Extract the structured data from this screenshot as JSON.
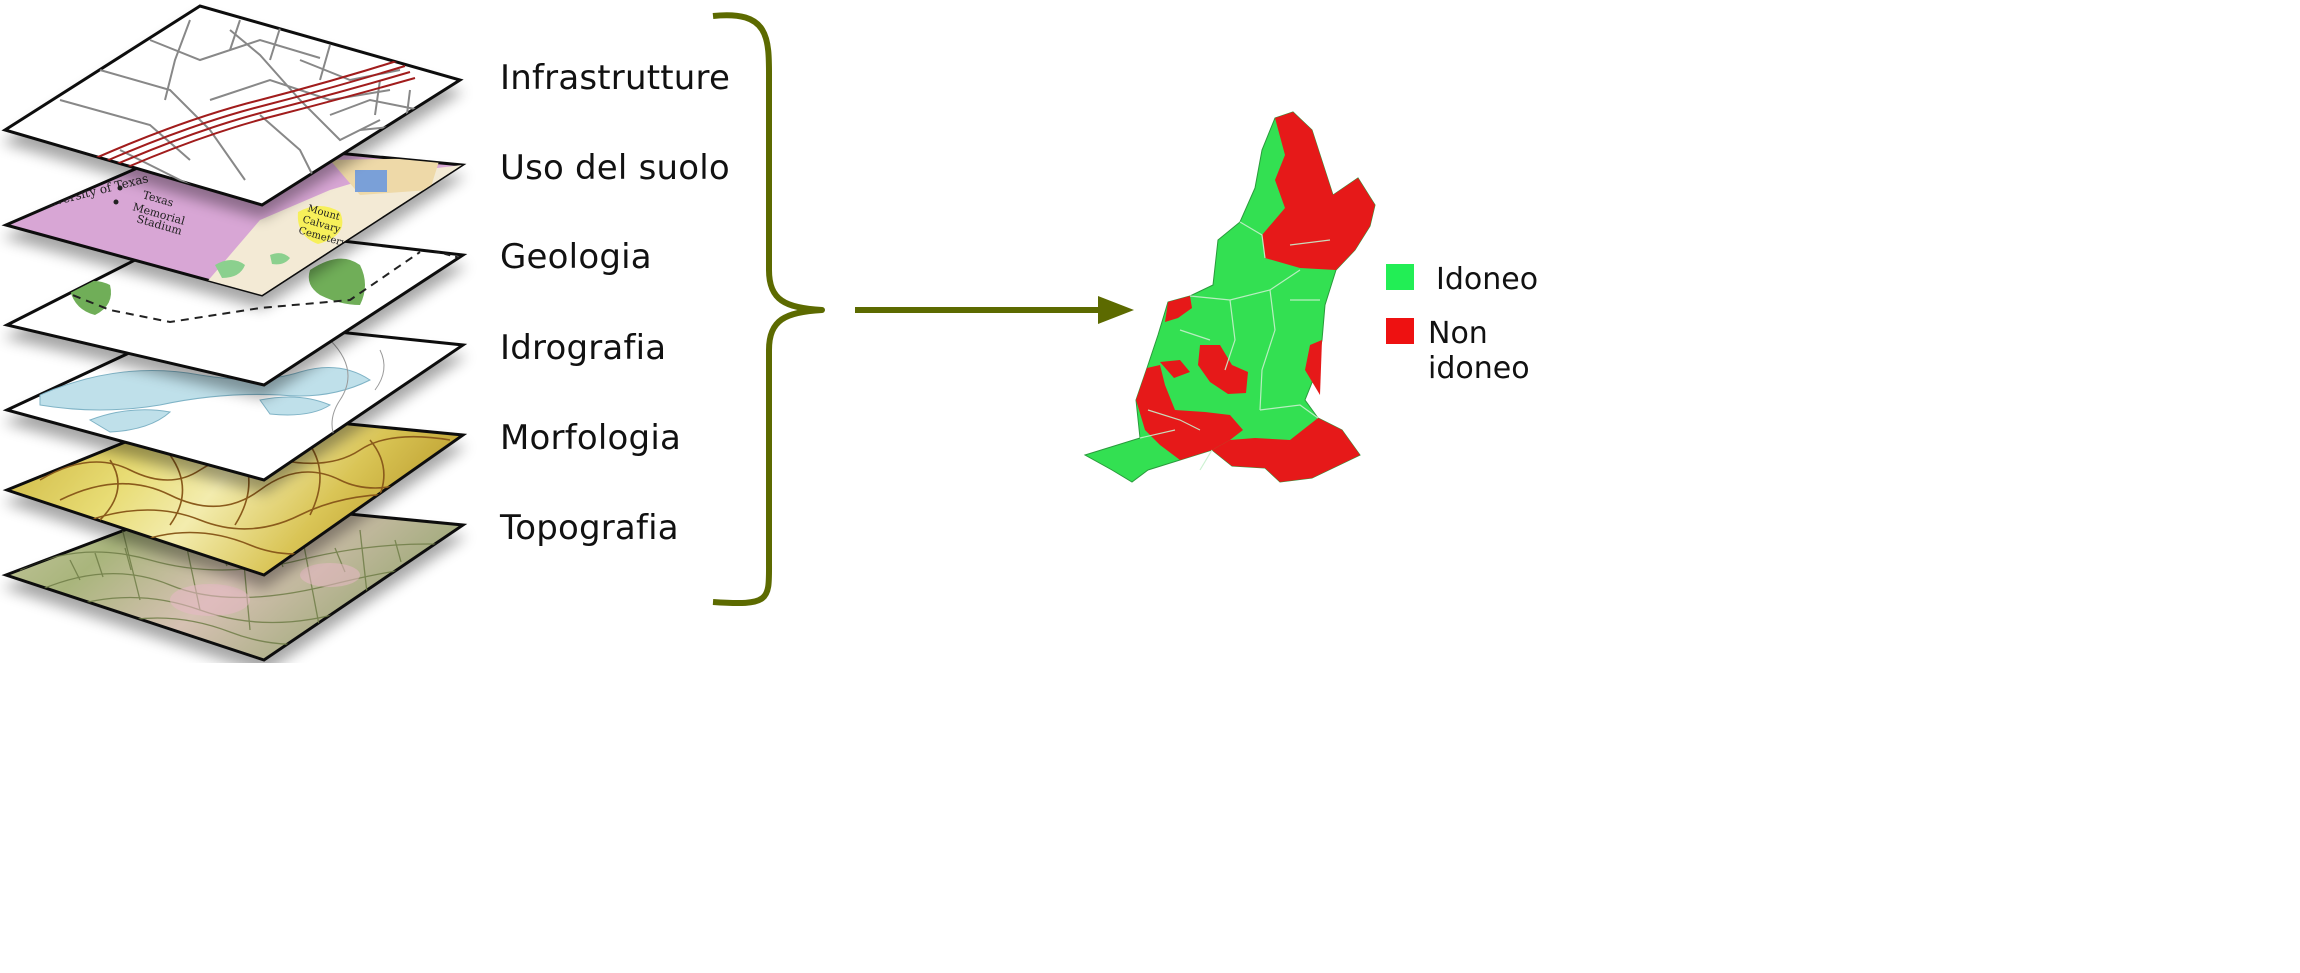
{
  "layers": [
    {
      "name": "Infrastrutture",
      "icon": "road-network-map-icon"
    },
    {
      "name": "Uso del suolo",
      "icon": "land-use-map-icon"
    },
    {
      "name": "Geologia",
      "icon": "geology-map-icon"
    },
    {
      "name": "Idrografia",
      "icon": "hydrography-map-icon"
    },
    {
      "name": "Morfologia",
      "icon": "morphology-map-icon"
    },
    {
      "name": "Topografia",
      "icon": "topography-map-icon"
    }
  ],
  "map_text": {
    "stadium": [
      "Texas",
      "Memorial",
      "Stadium"
    ],
    "university": "University of Texas",
    "cemetery": [
      "Mount",
      "Calvary",
      "Cemetery"
    ]
  },
  "result_map": {
    "icon": "suitability-map-icon",
    "legend": [
      {
        "label": "Idoneo",
        "color": "#22ee55"
      },
      {
        "label": "Non idoneo",
        "color": "#ee1111"
      }
    ]
  },
  "colors": {
    "connector": "#5c6a00",
    "suitable": "#33e052",
    "unsuitable": "#e61919"
  }
}
